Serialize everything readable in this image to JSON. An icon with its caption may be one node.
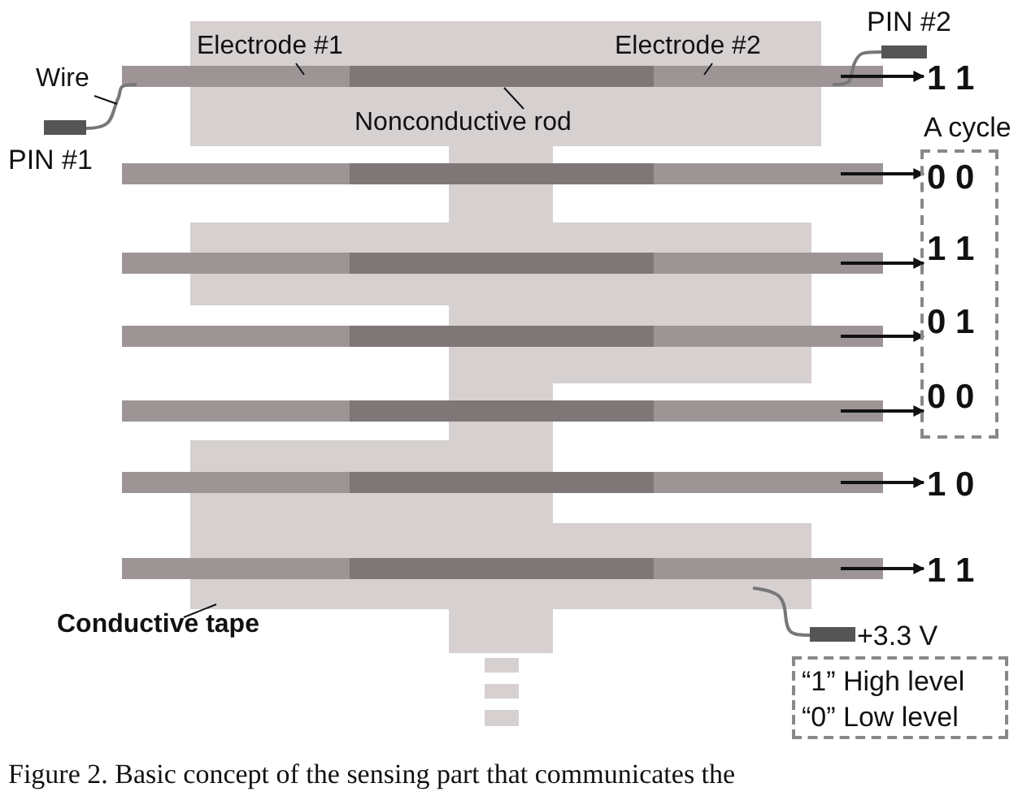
{
  "diagram": {
    "caption": "Figure 2. Basic concept of the sensing part that communicates the",
    "nodes": [
      {
        "text": [
          "Electrode #1"
        ]
      },
      {
        "text": [
          "Electrode #2"
        ]
      },
      {
        "text": [
          "Wire"
        ]
      },
      {
        "text": [
          "Nonconductive rod"
        ]
      },
      {
        "text": [
          "1 1"
        ]
      },
      {
        "text": [
          "A cycle"
        ]
      },
      {
        "text": [
          "0 0"
        ],
        "in": 5
      },
      {
        "text": [
          "1 1"
        ],
        "in": 5
      },
      {
        "text": [
          "0 1"
        ],
        "in": 5
      },
      {
        "text": [
          "0 0"
        ],
        "in": 5
      },
      {
        "text": [
          "1 0"
        ]
      },
      {
        "text": [
          "1 1"
        ]
      },
      {
        "text": [
          "Conductive tape"
        ]
      },
      {
        "text": [
          "“1” High level",
          "“0” Low level"
        ]
      },
      {
        "text": [],
        "shape": "bar"
      },
      {
        "text": [],
        "shape": "bar"
      },
      {
        "text": [],
        "shape": "bar"
      },
      {
        "text": [],
        "shape": "bar"
      },
      {
        "text": [],
        "shape": "bar"
      },
      {
        "text": [],
        "shape": "bar"
      },
      {
        "text": [],
        "shape": "bar"
      },
      {
        "text": [],
        "shape": "bar"
      },
      {
        "text": [],
        "shape": "bar"
      }
    ],
    "edges": [
      {
        "from": 0,
        "to": 14,
        "arrow": "none"
      },
      {
        "from": 1,
        "to": 16,
        "arrow": "none"
      },
      {
        "from": 2,
        "to": null,
        "arrow": "none"
      },
      {
        "from": 3,
        "to": 15,
        "arrow": "none"
      },
      {
        "from": 12,
        "to": null,
        "arrow": "none"
      },
      {
        "from": 16,
        "to": 4,
        "arrow": "to"
      },
      {
        "from": 17,
        "to": 6,
        "arrow": "to"
      },
      {
        "from": 18,
        "to": 7,
        "arrow": "to"
      },
      {
        "from": 19,
        "to": 8,
        "arrow": "to"
      },
      {
        "from": 20,
        "to": 9,
        "arrow": "to"
      },
      {
        "from": 21,
        "to": 10,
        "arrow": "to"
      },
      {
        "from": 22,
        "to": 11,
        "arrow": "to"
      }
    ],
    "labels": [
      "PIN #2",
      "PIN #1",
      "+3.3 V"
    ]
  }
}
